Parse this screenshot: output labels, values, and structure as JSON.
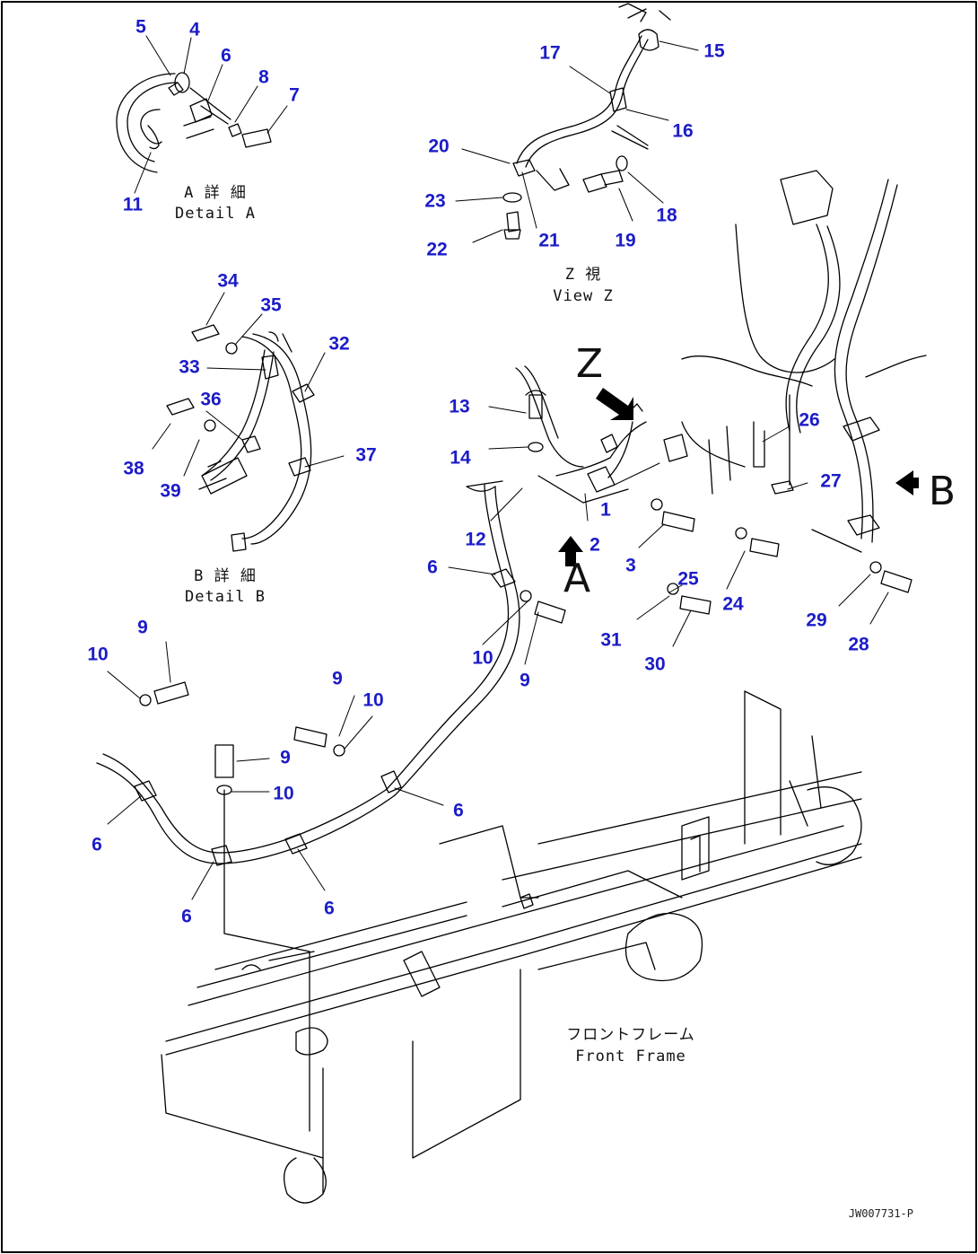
{
  "callouts": [
    {
      "n": "5"
    },
    {
      "n": "4"
    },
    {
      "n": "6"
    },
    {
      "n": "8"
    },
    {
      "n": "7"
    },
    {
      "n": "11"
    },
    {
      "n": "17"
    },
    {
      "n": "15"
    },
    {
      "n": "16"
    },
    {
      "n": "20"
    },
    {
      "n": "18"
    },
    {
      "n": "23"
    },
    {
      "n": "21"
    },
    {
      "n": "19"
    },
    {
      "n": "22"
    },
    {
      "n": "34"
    },
    {
      "n": "35"
    },
    {
      "n": "32"
    },
    {
      "n": "33"
    },
    {
      "n": "36"
    },
    {
      "n": "37"
    },
    {
      "n": "38"
    },
    {
      "n": "39"
    },
    {
      "n": "13"
    },
    {
      "n": "14"
    },
    {
      "n": "26"
    },
    {
      "n": "27"
    },
    {
      "n": "1"
    },
    {
      "n": "2"
    },
    {
      "n": "12"
    },
    {
      "n": "3"
    },
    {
      "n": "25"
    },
    {
      "n": "24"
    },
    {
      "n": "6"
    },
    {
      "n": "10"
    },
    {
      "n": "9"
    },
    {
      "n": "31"
    },
    {
      "n": "30"
    },
    {
      "n": "29"
    },
    {
      "n": "28"
    },
    {
      "n": "9"
    },
    {
      "n": "10"
    },
    {
      "n": "9"
    },
    {
      "n": "10"
    },
    {
      "n": "9"
    },
    {
      "n": "10"
    },
    {
      "n": "6"
    },
    {
      "n": "6"
    },
    {
      "n": "6"
    },
    {
      "n": "6"
    }
  ],
  "captions": {
    "detail_a_jp": "A 詳 細",
    "detail_a_en": "Detail A",
    "view_z_jp": "Z 視",
    "view_z_en": "View Z",
    "detail_b_jp": "B 詳 細",
    "detail_b_en": "Detail B",
    "front_frame_jp": "フロントフレーム",
    "front_frame_en": "Front Frame"
  },
  "view_markers": {
    "z": "Z",
    "a": "A",
    "b": "B"
  },
  "drawing_code": "JW007731-P",
  "colors": {
    "callout": "#1c1cc8",
    "line": "#000000"
  }
}
